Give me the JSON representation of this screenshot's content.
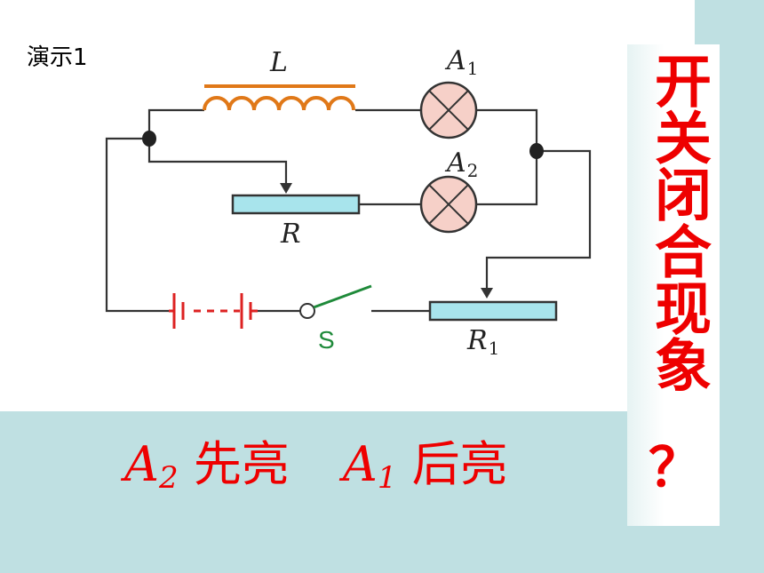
{
  "demo_label": "演示1",
  "vertical_title": "开关闭合现象",
  "question_mark": "？",
  "result": {
    "first_symbol": "A",
    "first_sub": "2",
    "first_text": "先亮",
    "second_symbol": "A",
    "second_sub": "1",
    "second_text": "后亮"
  },
  "circuit_labels": {
    "inductor": "L",
    "lamp1": "A",
    "lamp1_sub": "1",
    "lamp2": "A",
    "lamp2_sub": "2",
    "resistor": "R",
    "rheostat": "R",
    "rheostat_sub": "1",
    "switch": "S"
  },
  "colors": {
    "background": "#bfe0e2",
    "accent_red": "#ee0000",
    "resistor_fill": "#a8e4ec",
    "lamp_fill": "#f6d0c8",
    "coil_color": "#e07818",
    "switch_color": "#1f8a3a"
  }
}
